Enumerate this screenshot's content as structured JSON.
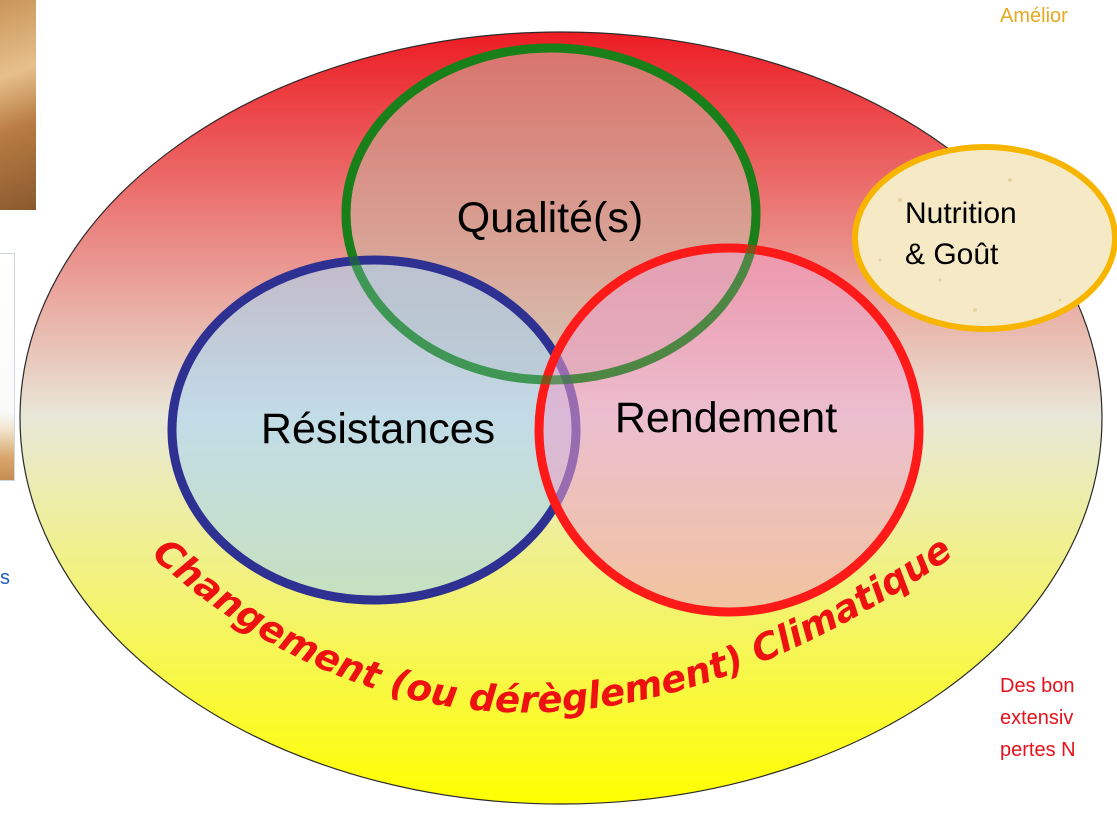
{
  "colors": {
    "ellipse_top": "#ed1c24",
    "ellipse_mid": "#e8e8d8",
    "ellipse_bottom": "#ffff00",
    "qualite_ring": "#1a7f1a",
    "resistances_ring": "#2e3192",
    "rendement_ring": "#ff1a1a",
    "nutrition_ring": "#f7b500",
    "nutrition_fill": "#f6e9c6",
    "climat_text": "#ee1111",
    "amelior_text": "#e6a81e",
    "bottom_text": "#e3121b",
    "left_text": "#1f5fbf"
  },
  "labels": {
    "qualite": "Qualité(s)",
    "resistances": "Résistances",
    "rendement": "Rendement",
    "nutrition_line1": "Nutrition",
    "nutrition_line2": "& Goût",
    "climat": "Changement (ou dérèglement) Climatique"
  },
  "side_text": {
    "top_right": "Amélior",
    "left": "s",
    "bottom_right": [
      "Des bon",
      "extensiv",
      "pertes N"
    ]
  },
  "images": {
    "top_left": "bread-photo",
    "left_middle": "bread-photo-frame"
  }
}
